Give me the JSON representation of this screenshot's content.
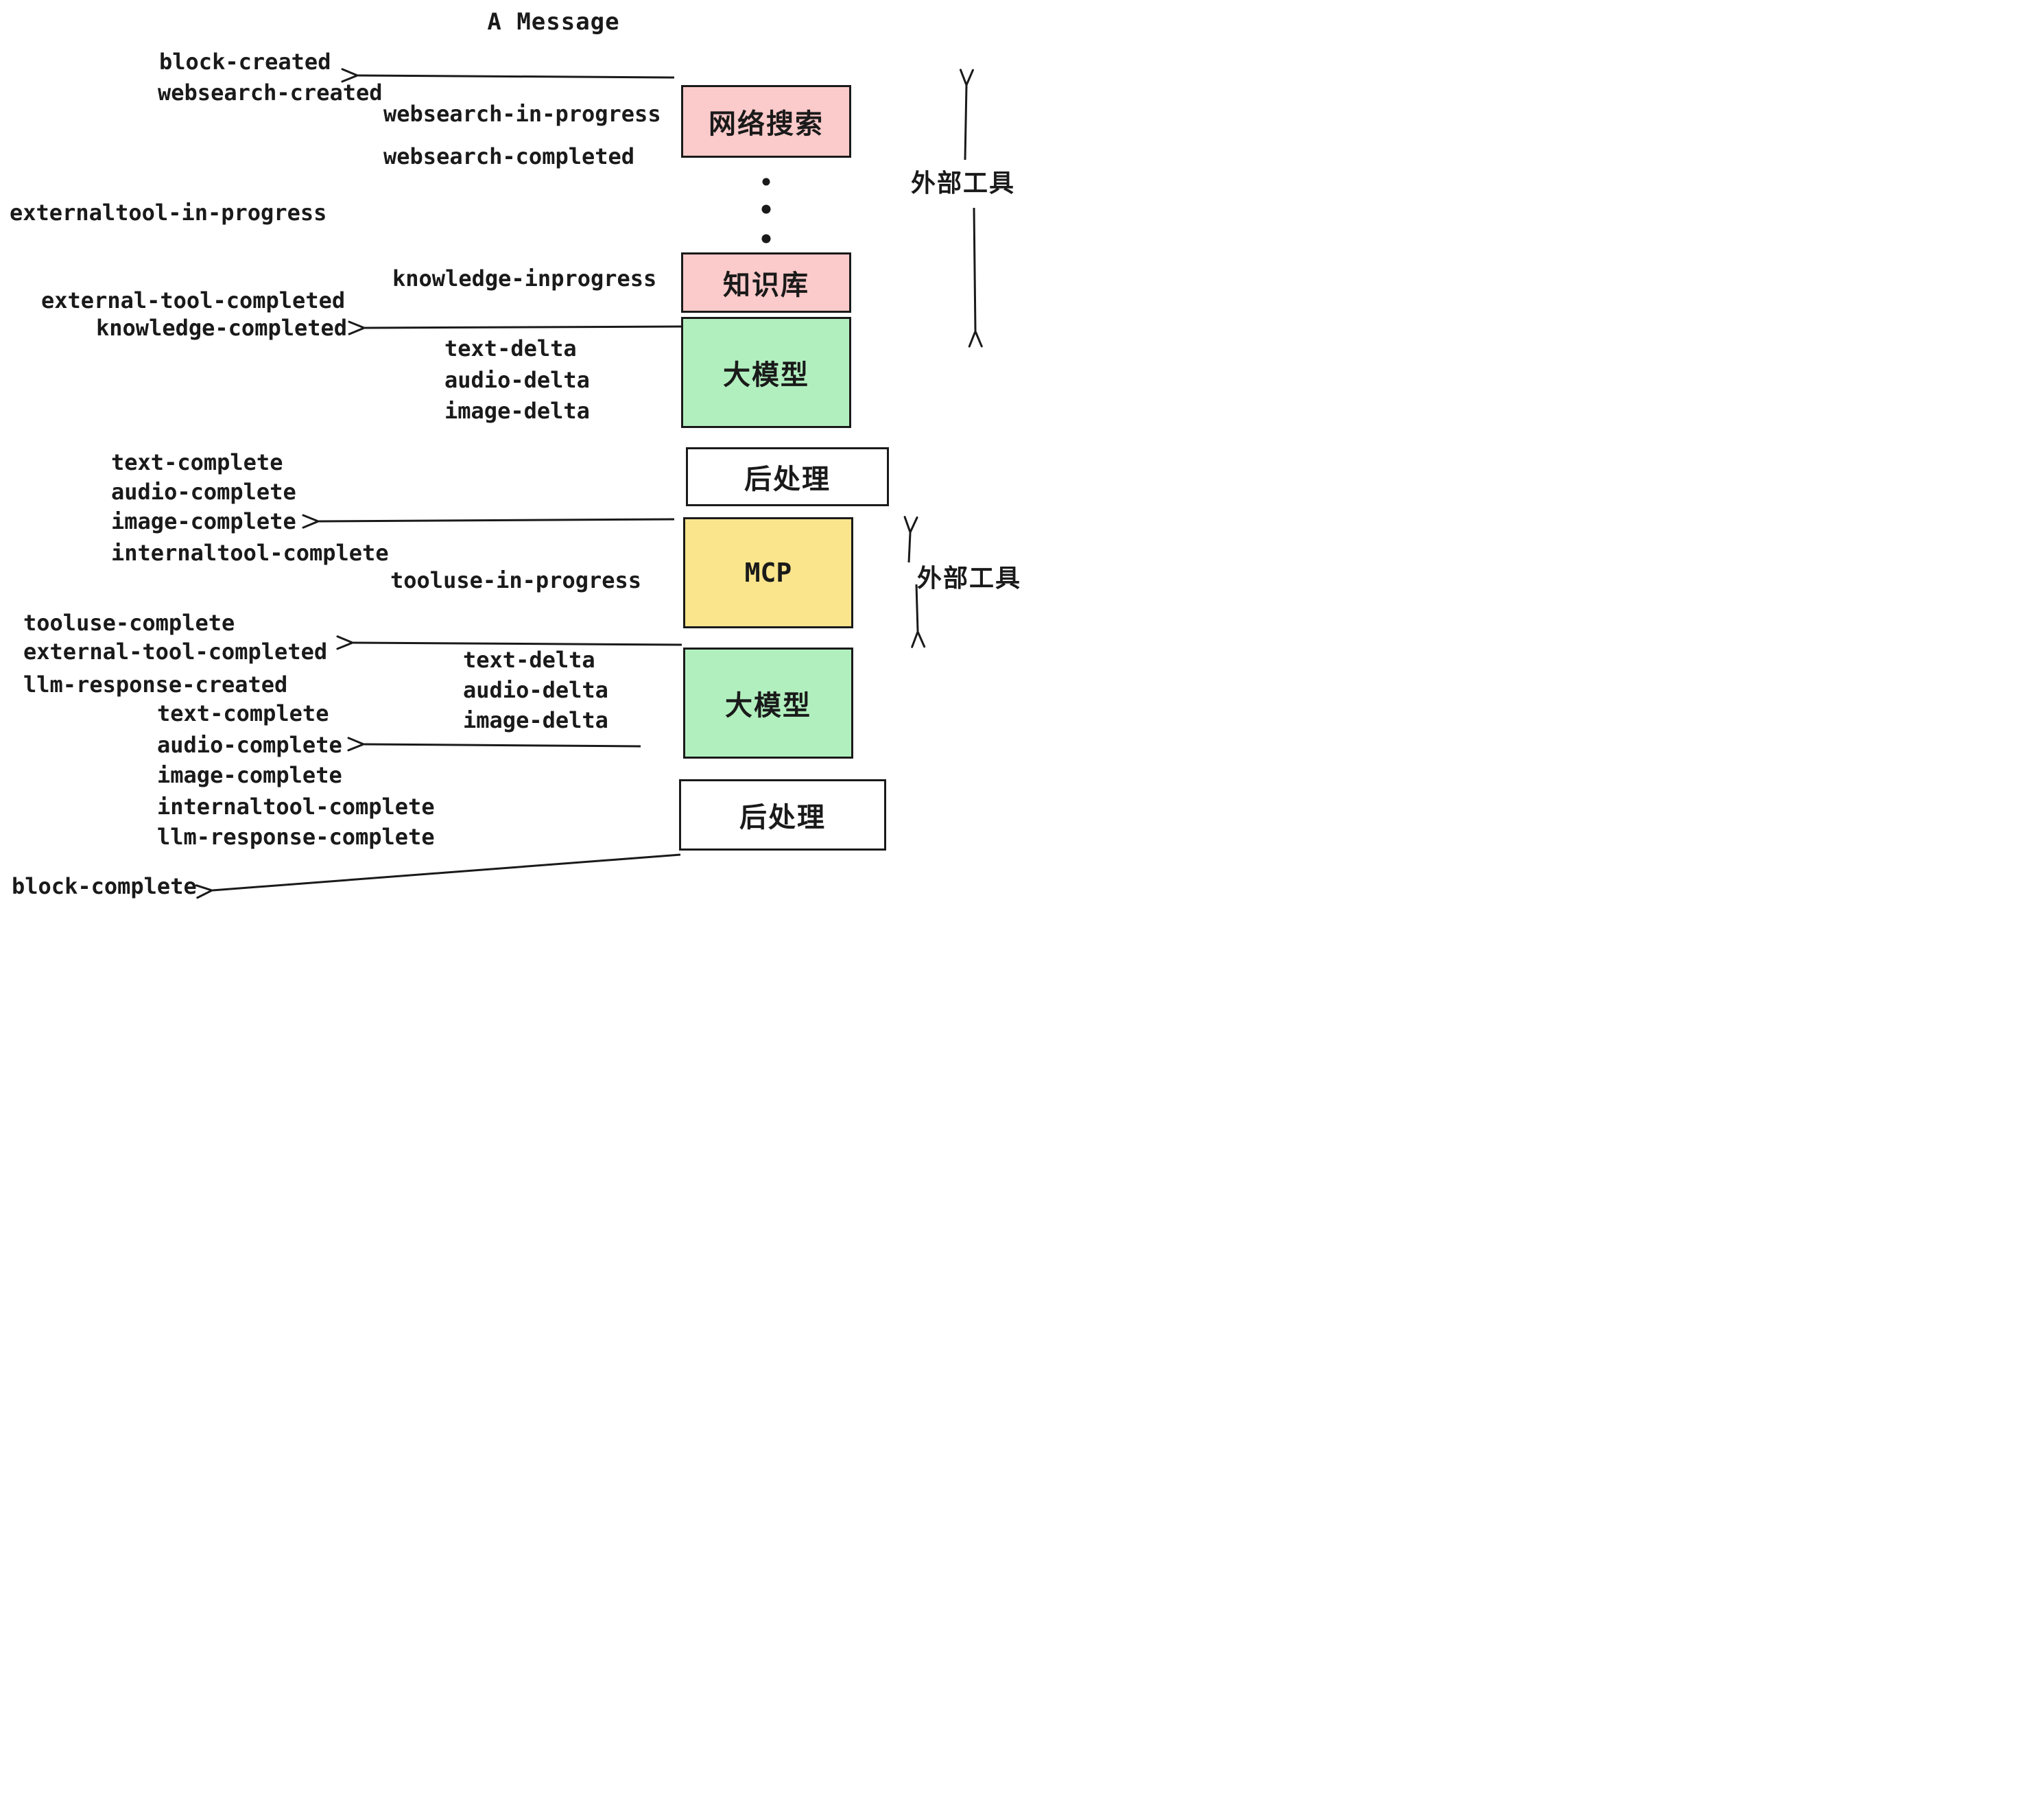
{
  "title": "A Message",
  "boxes": {
    "websearch": "网络搜索",
    "knowledge": "知识库",
    "llm_top": "大模型",
    "post_top": "后处理",
    "mcp": "MCP",
    "llm_bottom": "大模型",
    "post_bottom": "后处理"
  },
  "annotations": {
    "external_tools_top": "外部工具",
    "external_tools_mcp": "外部工具"
  },
  "events": {
    "block_created": "block-created",
    "websearch_created": "websearch-created",
    "websearch_in_progress": "websearch-in-progress",
    "websearch_completed": "websearch-completed",
    "externaltool_in_progress": "externaltool-in-progress",
    "knowledge_inprogress": "knowledge-inprogress",
    "external_tool_completed": "external-tool-completed",
    "knowledge_completed": "knowledge-completed",
    "text_delta": "text-delta",
    "audio_delta": "audio-delta",
    "image_delta": "image-delta",
    "text_complete": "text-complete",
    "audio_complete": "audio-complete",
    "image_complete": "image-complete",
    "internaltool_complete": "internaltool-complete",
    "tooluse_in_progress": "tooluse-in-progress",
    "tooluse_complete": "tooluse-complete",
    "llm_response_created": "llm-response-created",
    "llm_response_complete": "llm-response-complete",
    "block_complete": "block-complete"
  },
  "colors": {
    "pink": "#fbcaca",
    "green": "#b2efbf",
    "yellow": "#fae58c",
    "ink": "#1a1a1a",
    "paper": "#ffffff"
  }
}
